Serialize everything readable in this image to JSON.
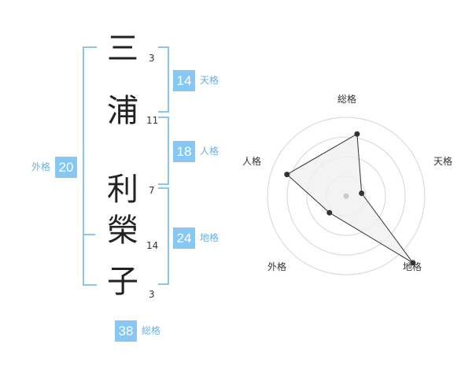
{
  "name": [
    {
      "char": "三",
      "strokes": "3"
    },
    {
      "char": "浦",
      "strokes": "11"
    },
    {
      "char": "利",
      "strokes": "7"
    },
    {
      "char": "榮",
      "strokes": "14"
    },
    {
      "char": "子",
      "strokes": "3"
    }
  ],
  "fortunes": {
    "tenkaku": {
      "value": "14",
      "label": "天格"
    },
    "jinkaku": {
      "value": "18",
      "label": "人格"
    },
    "chikaku": {
      "value": "24",
      "label": "地格"
    },
    "gaikaku": {
      "value": "20",
      "label": "外格"
    },
    "soukaku": {
      "value": "38",
      "label": "総格"
    }
  },
  "chart_data": {
    "type": "radar",
    "axes": [
      "総格",
      "天格",
      "地格",
      "外格",
      "人格"
    ],
    "values": [
      0.8,
      0.2,
      1.2,
      0.3,
      0.8
    ],
    "rmax": 1.0,
    "rings": 4,
    "colors": {
      "line": "#333333",
      "fill": "#f0f0f0",
      "ring": "#d6d6d6",
      "point": "#333333",
      "center": "#cccccc"
    }
  }
}
